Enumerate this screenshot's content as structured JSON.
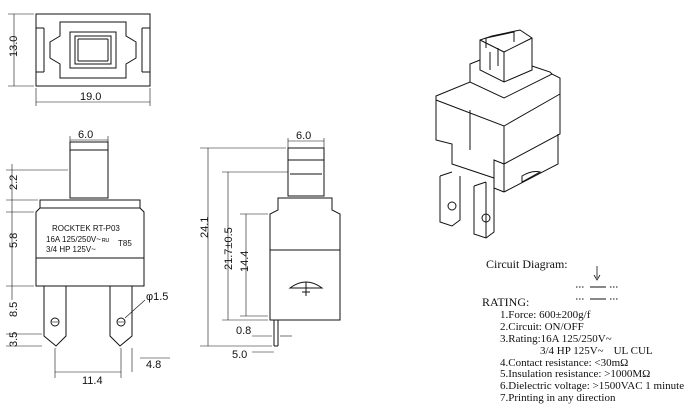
{
  "top_view": {
    "width_dim": "19.0",
    "height_dim": "13.0"
  },
  "front_view": {
    "width_dim": "6.0",
    "dim_2_2": "2.2",
    "dim_5_8": "5.8",
    "dim_8_5": "8.5",
    "dim_3_5": "3.5",
    "dim_11_4": "11.4",
    "dim_4_8": "4.8",
    "hole_dim": "φ1.5",
    "label_line1": "ROCKTEK  RT-P03",
    "label_line2": "16A 125/250V~",
    "label_line3": "3/4 HP 125V~",
    "label_ul": "ᴿᵁ",
    "label_t85": "T85"
  },
  "side_view": {
    "width_dim": "6.0",
    "dim_24_1": "24.1",
    "dim_21_7": "21.7±0.5",
    "dim_14_4": "14.4",
    "dim_0_8": "0.8",
    "dim_5_0": "5.0"
  },
  "circuit": {
    "title": "Circuit Diagram:"
  },
  "rating": {
    "heading": "RATING:",
    "items": [
      "1.Force: 600±200g/f",
      "2.Circuit: ON/OFF",
      "3.Rating:16A 125/250V~",
      "4.Contact resistance: <30mΩ",
      "5.Insulation resistance: >1000MΩ",
      "6.Dielectric voltage: >1500VAC 1 minute",
      "7.Printing in any direction"
    ],
    "rating_line2": "3/4 HP 125V~",
    "rating_marks": "UL  CUL"
  }
}
